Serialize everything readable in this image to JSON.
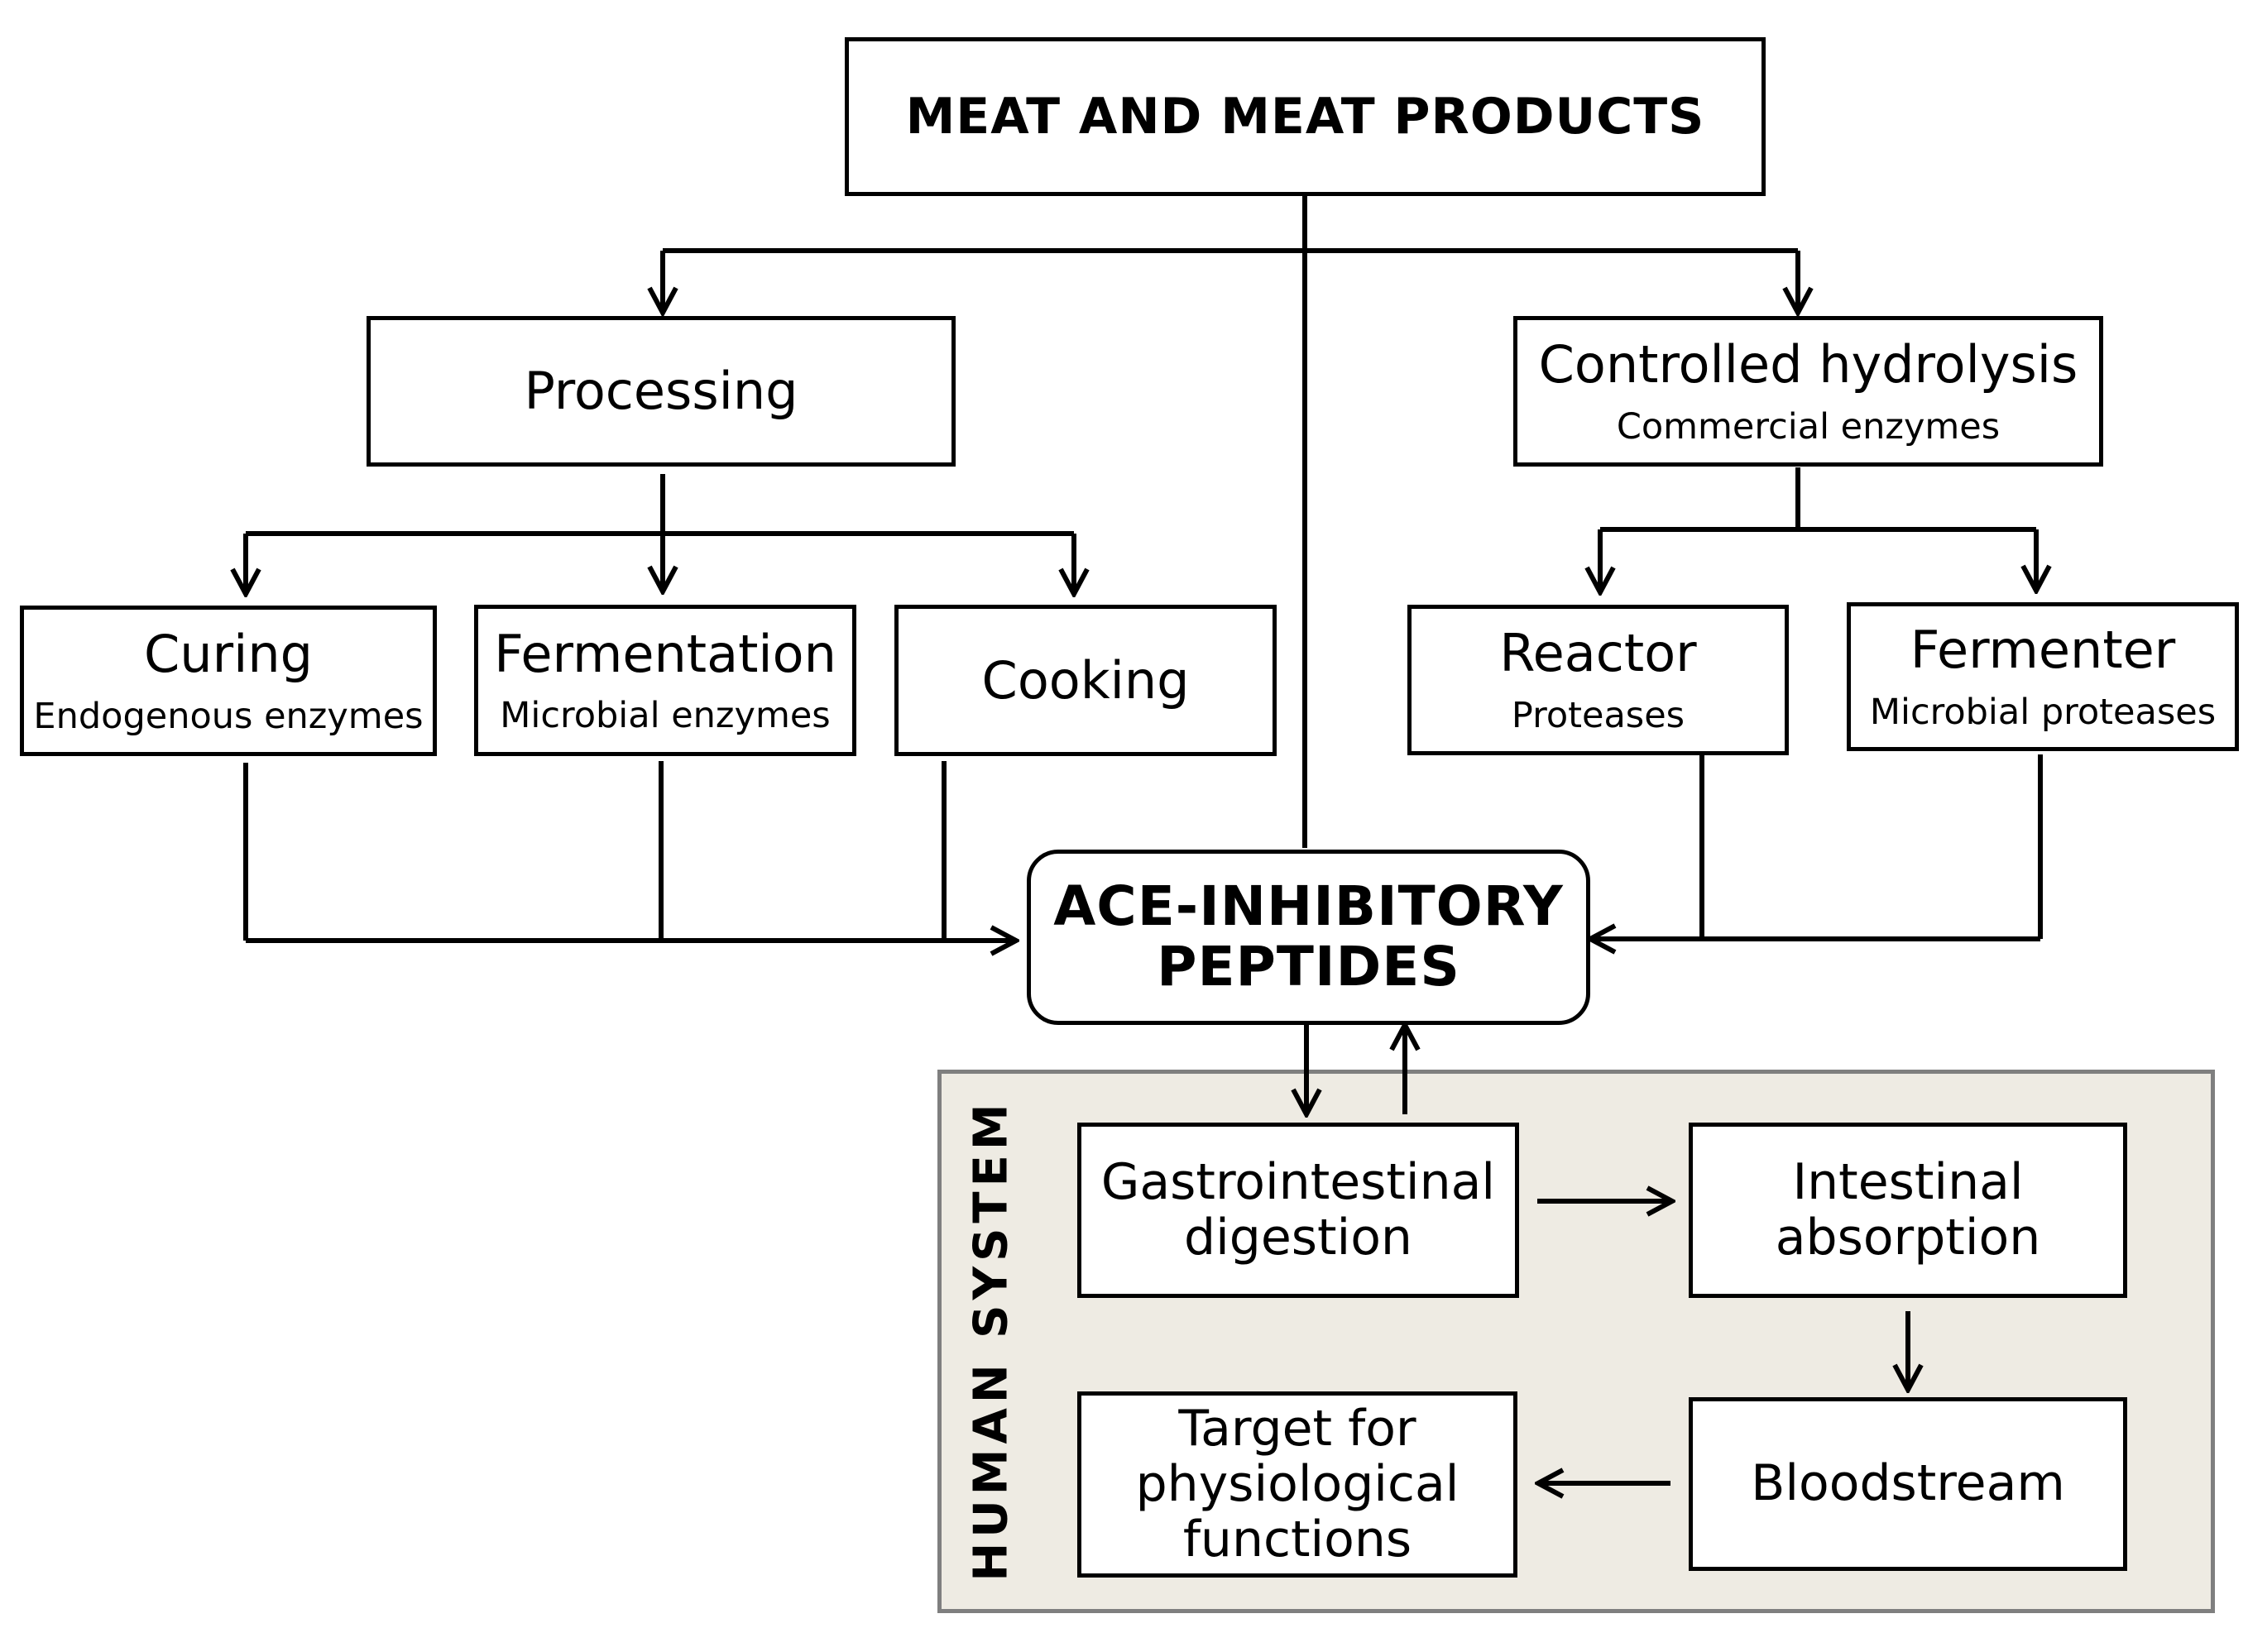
{
  "top": {
    "title": "MEAT AND MEAT PRODUCTS"
  },
  "processing": {
    "title": "Processing",
    "curing": {
      "title": "Curing",
      "subtitle": "Endogenous enzymes"
    },
    "fermentation": {
      "title": "Fermentation",
      "subtitle": "Microbial enzymes"
    },
    "cooking": {
      "title": "Cooking"
    }
  },
  "hydrolysis": {
    "title": "Controlled hydrolysis",
    "subtitle": "Commercial enzymes",
    "reactor": {
      "title": "Reactor",
      "subtitle": "Proteases"
    },
    "fermenter": {
      "title": "Fermenter",
      "subtitle": "Microbial proteases"
    }
  },
  "ace": {
    "line1": "ACE-INHIBITORY",
    "line2": "PEPTIDES"
  },
  "human_system": {
    "label": "HUMAN SYSTEM",
    "gastro": {
      "line1": "Gastrointestinal",
      "line2": "digestion"
    },
    "absorption": {
      "line1": "Intestinal",
      "line2": "absorption"
    },
    "bloodstream": {
      "line1": "Bloodstream"
    },
    "target": {
      "line1": "Target for",
      "line2": "physiological",
      "line3": "functions"
    }
  },
  "colors": {
    "stroke": "#000000",
    "panel_fill": "#eeebe3",
    "panel_border": "#7f7f7f"
  }
}
